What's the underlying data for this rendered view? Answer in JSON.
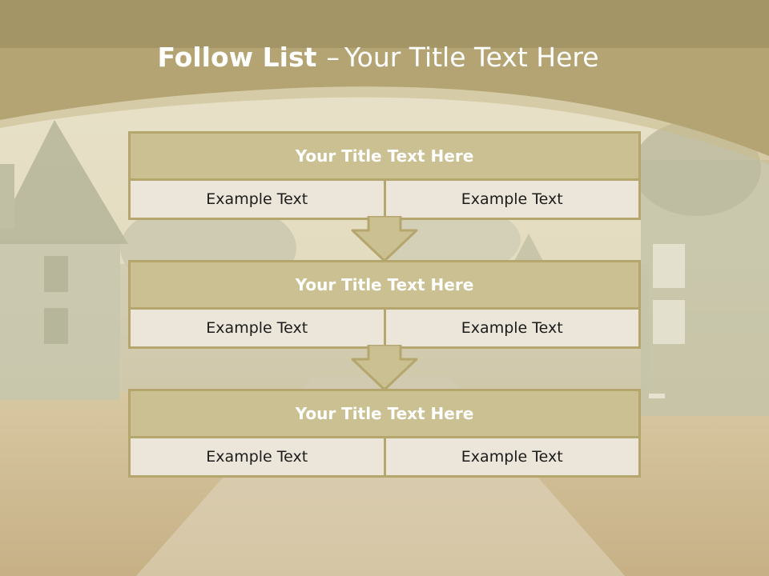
{
  "title": {
    "bold": "Follow List",
    "separator": "–",
    "rest": "Your Title Text Here"
  },
  "steps": [
    {
      "title": "Your Title Text Here",
      "left": "Example Text",
      "right": "Example Text"
    },
    {
      "title": "Your Title Text Here",
      "left": "Example Text",
      "right": "Example Text"
    },
    {
      "title": "Your Title Text Here",
      "left": "Example Text",
      "right": "Example Text"
    }
  ],
  "colors": {
    "header": "#b4a474",
    "frame": "#b5a66e",
    "title_fill": "#cbc092",
    "cell_fill": "#ece6da",
    "arrow": "#cbc092"
  },
  "icons": [
    "down-arrow-icon"
  ]
}
